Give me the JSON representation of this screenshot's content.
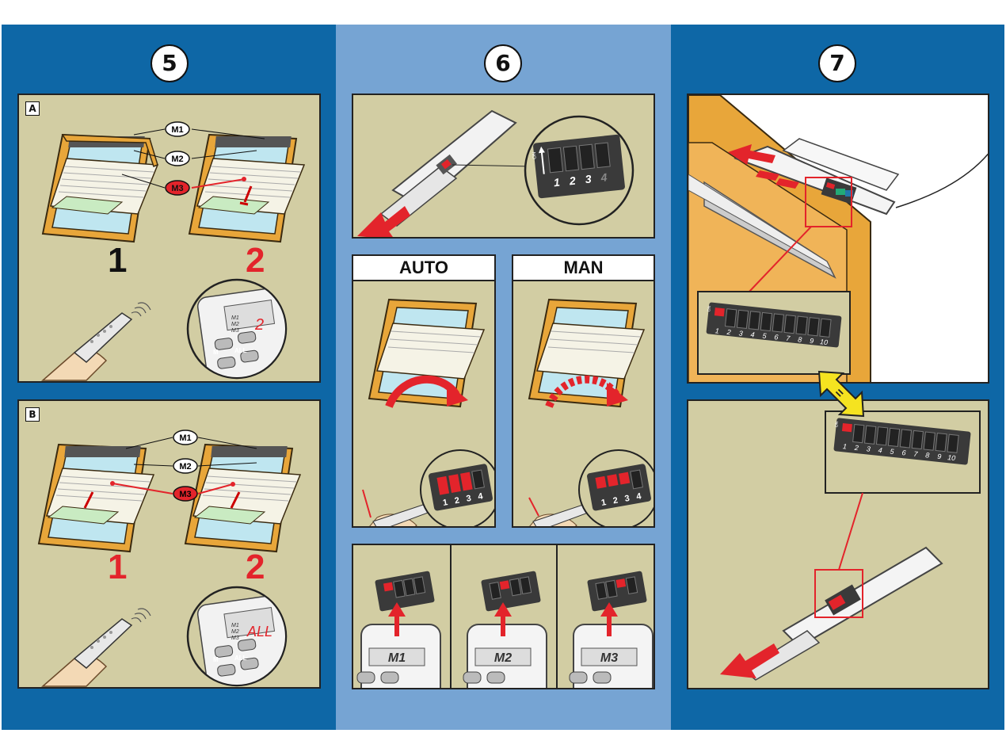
{
  "steps": {
    "s5": "5",
    "s6": "6",
    "s7": "7"
  },
  "step5": {
    "panel_a": {
      "letter": "A",
      "callouts": [
        "M1",
        "M2",
        "M3"
      ],
      "window_1": "1",
      "window_2": "2",
      "display": {
        "m1": "M1",
        "m2": "M2",
        "m3": "M3",
        "value": "2"
      },
      "buttons": [
        "M",
        "ALL"
      ]
    },
    "panel_b": {
      "letter": "B",
      "callouts": [
        "M1",
        "M2",
        "M3"
      ],
      "window_1": "1",
      "window_2": "2",
      "display": {
        "m1": "M1",
        "m2": "M2",
        "m3": "M3",
        "value": "ALL"
      },
      "buttons": [
        "M",
        "ALL"
      ]
    }
  },
  "step6": {
    "switch_numbers": [
      "1",
      "2",
      "3",
      "4"
    ],
    "on_label": "ON",
    "auto_label": "AUTO",
    "man_label": "MAN",
    "memory_labels": [
      "M1",
      "M2",
      "M3"
    ]
  },
  "step7": {
    "on_label": "ON",
    "switch_numbers": [
      "1",
      "2",
      "3",
      "4",
      "5",
      "6",
      "7",
      "8",
      "9",
      "10"
    ],
    "equal_sign": "="
  },
  "colors": {
    "dark_blue": "#0e67a6",
    "light_blue": "#76a4d3",
    "panel_bg": "#d2cda3",
    "accent_red": "#e3242b"
  }
}
